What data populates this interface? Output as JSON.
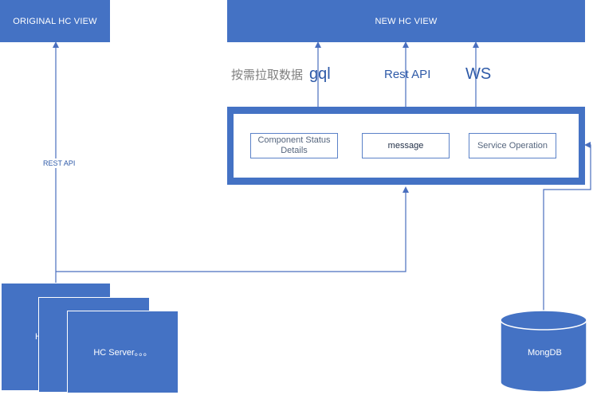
{
  "original_view": {
    "label": "ORIGINAL HC VIEW"
  },
  "new_view": {
    "label": "NEW HC VIEW"
  },
  "service": {
    "modules": [
      {
        "label": "Component Status Details"
      },
      {
        "label": "message"
      },
      {
        "label": "Service Operation"
      }
    ]
  },
  "links": {
    "on_demand": "按需拉取数据",
    "gql": "gql",
    "rest_api_new": "Rest API",
    "ws": "WS",
    "rest_api_original": "REST API"
  },
  "servers": {
    "front_label": "HC Server。。。",
    "back_label_fragment": "H"
  },
  "database": {
    "label": "MongDB"
  },
  "colors": {
    "primary": "#4472c4",
    "line": "#4a6fbf",
    "module_text": "#56667e"
  }
}
